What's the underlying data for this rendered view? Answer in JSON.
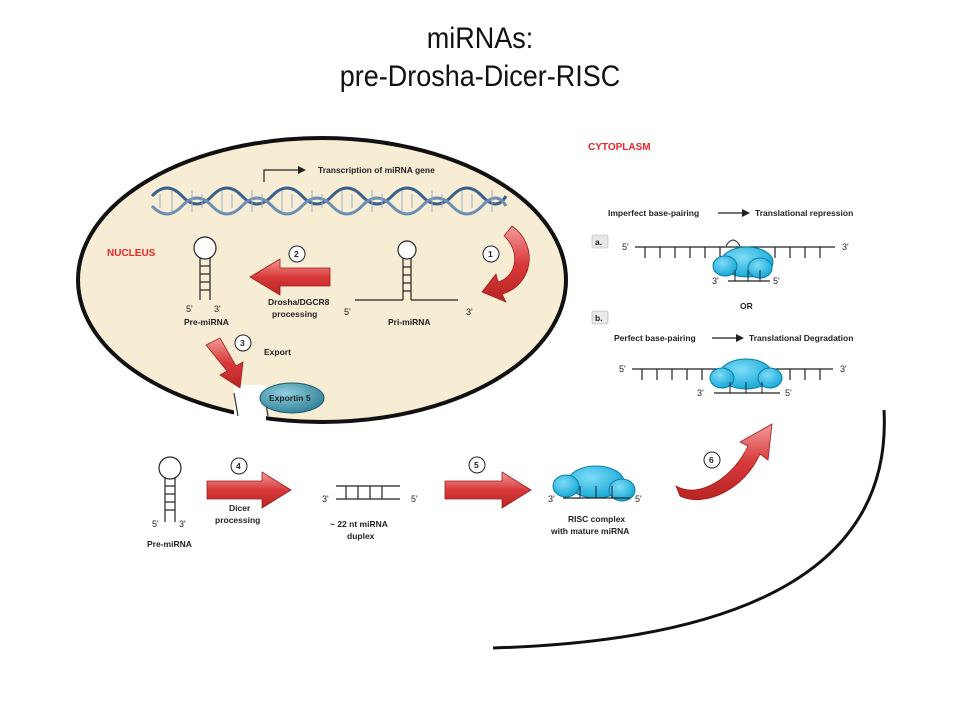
{
  "title": {
    "line1": "miRNAs:",
    "line2": "pre-Drosha-Dicer-RISC"
  },
  "diagram": {
    "nucleus_label": "NUCLEUS",
    "cytoplasm_label": "CYTOPLASM",
    "transcription_label": "Transcription of miRNA gene",
    "pri_mirna_label": "Pri-miRNA",
    "pre_mirna_label": "Pre-miRNA",
    "drosha_label_1": "Drosha/DGCR8",
    "drosha_label_2": "processing",
    "export_label": "Export",
    "exportin_label": "Exportin 5",
    "dicer_label_1": "Dicer",
    "dicer_label_2": "processing",
    "duplex_label_1": "~ 22 nt miRNA",
    "duplex_label_2": "duplex",
    "risc_label_1": "RISC complex",
    "risc_label_2": "with mature miRNA",
    "imperfect_label": "Imperfect base-pairing",
    "repression_label": "Translational repression",
    "perfect_label": "Perfect base-pairing",
    "degradation_label": "Translational Degradation",
    "option_a": "a.",
    "option_b": "b.",
    "or_label": "OR",
    "step_numbers": [
      "1",
      "2",
      "3",
      "4",
      "5",
      "6"
    ],
    "five_prime": "5'",
    "three_prime": "3'"
  },
  "colors": {
    "nucleus_fill": "#f7ecd4",
    "arrow_red": "#d83a3a",
    "risc_blue": "#16b6e6",
    "exportin_teal": "#3e8fa6",
    "label_red": "#e8262a"
  }
}
